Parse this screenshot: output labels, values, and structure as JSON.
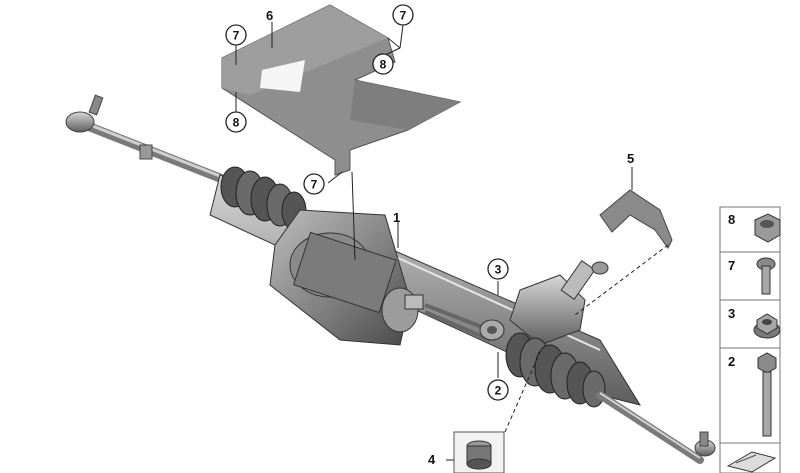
{
  "diagram": {
    "callouts": {
      "main_1": "1",
      "part_4": "4",
      "part_5": "5",
      "part_6": "6",
      "circled": {
        "c7_top_left": "7",
        "c8_left": "8",
        "c7_top_right": "7",
        "c8_top_right": "8",
        "c7_mid": "7",
        "c3": "3",
        "c2": "2"
      }
    },
    "legend": {
      "items": [
        {
          "number": "8",
          "part": "hex-nut-icon"
        },
        {
          "number": "7",
          "part": "bolt-icon"
        },
        {
          "number": "3",
          "part": "flange-nut-icon"
        },
        {
          "number": "2",
          "part": "hex-bolt-icon"
        }
      ],
      "footer_icon": "sheet-icon"
    },
    "colors": {
      "cover": "#8e8e8e",
      "metal_dark": "#6f6f6f",
      "metal_light": "#c9c9c9",
      "outline": "#222222"
    }
  }
}
